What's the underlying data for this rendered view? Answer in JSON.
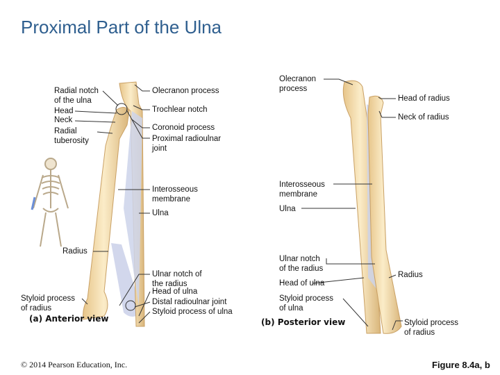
{
  "title": "Proximal Part of the Ulna",
  "anterior": {
    "left_labels": {
      "radial_notch": "Radial notch\nof the ulna",
      "head": "Head",
      "neck": "Neck",
      "radial_tuberosity": "Radial\ntuberosity",
      "radius": "Radius",
      "styloid_radius": "Styloid process\nof radius"
    },
    "right_labels": {
      "olecranon": "Olecranon process",
      "trochlear": "Trochlear notch",
      "coronoid": "Coronoid process",
      "proximal_joint": "Proximal radioulnar\njoint",
      "interosseous": "Interosseous\nmembrane",
      "ulna": "Ulna",
      "ulnar_notch": "Ulnar notch of\nthe radius",
      "head_ulna": "Head of ulna",
      "distal_joint": "Distal radioulnar joint",
      "styloid_ulna": "Styloid process of ulna"
    },
    "view_label": "(a) Anterior view"
  },
  "posterior": {
    "left_labels": {
      "olecranon": "Olecranon\nprocess",
      "interosseous": "Interosseous\nmembrane",
      "ulna": "Ulna",
      "ulnar_notch": "Ulnar notch\nof the radius",
      "head_ulna": "Head of ulna",
      "styloid_ulna": "Styloid process\nof ulna"
    },
    "right_labels": {
      "head_radius": "Head of radius",
      "neck_radius": "Neck of radius",
      "radius": "Radius",
      "styloid_radius": "Styloid process\nof radius"
    },
    "view_label": "(b) Posterior view"
  },
  "copyright": "© 2014 Pearson Education, Inc.",
  "figure_label": "Figure 8.4a, b",
  "colors": {
    "title": "#2f5f8f",
    "bone": "#f3dcae",
    "bone_shade": "#d9b57a",
    "membrane": "#cdd3ea"
  }
}
